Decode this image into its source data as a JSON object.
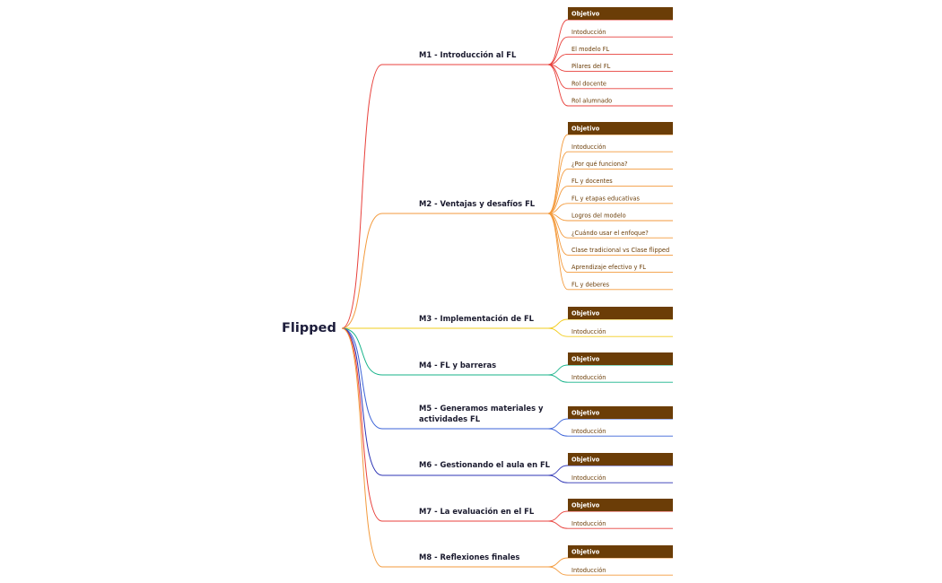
{
  "root": {
    "label": "Flipped"
  },
  "colors": {
    "objective_box": "#6b3d07",
    "root_text": "#1c1c3a",
    "leaf_text": "#6b3d07"
  },
  "modules": [
    {
      "title_lines": [
        "M1 - Introducción al FL"
      ],
      "color": "#e8413c",
      "items": [
        "Objetivo",
        "Intoducción",
        "El modelo FL",
        "Pilares del FL",
        "Rol docente",
        "Rol alumnado"
      ]
    },
    {
      "title_lines": [
        "M2 - Ventajas y desafíos FL"
      ],
      "color": "#f39a3c",
      "items": [
        "Objetivo",
        "Intoducción",
        "¿Por qué funciona?",
        "FL y docentes",
        "FL y etapas educativas",
        "Logros del modelo",
        "¿Cuándo usar el enfoque?",
        "Clase tradicional vs Clase flipped",
        "Aprendizaje efectivo y FL",
        "FL y deberes"
      ]
    },
    {
      "title_lines": [
        "M3 - Implementación de FL"
      ],
      "color": "#f2cc1d",
      "items": [
        "Objetivo",
        "Intoducción"
      ]
    },
    {
      "title_lines": [
        "M4 - FL y barreras"
      ],
      "color": "#17b38a",
      "items": [
        "Objetivo",
        "Intoducción"
      ]
    },
    {
      "title_lines": [
        "M5 - Generamos materiales y",
        "actividades FL"
      ],
      "color": "#3b63d8",
      "items": [
        "Objetivo",
        "Intoducción"
      ]
    },
    {
      "title_lines": [
        "M6 - Gestionando el aula en FL"
      ],
      "color": "#2d34b5",
      "items": [
        "Objetivo",
        "Intoducción"
      ]
    },
    {
      "title_lines": [
        "M7 - La evaluación en el FL"
      ],
      "color": "#e8413c",
      "items": [
        "Objetivo",
        "Intoducción"
      ]
    },
    {
      "title_lines": [
        "M8 - Reflexiones finales"
      ],
      "color": "#f39a3c",
      "items": [
        "Objetivo",
        "Intoducción"
      ]
    }
  ]
}
